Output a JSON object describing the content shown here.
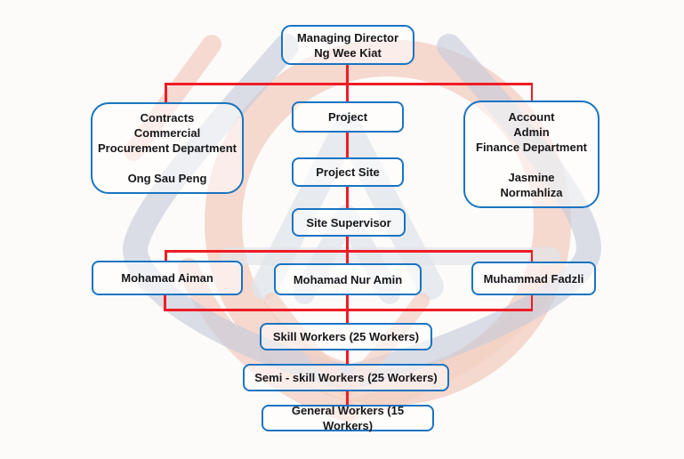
{
  "diagram": {
    "type": "org-chart",
    "nodes": {
      "managing_director": "Managing Director\nNg Wee Kiat",
      "contracts": "Contracts\nCommercial\nProcurement Department\n\nOng Sau Peng",
      "project": "Project",
      "account": "Account\nAdmin\nFinance Department\n\nJasmine\nNormahliza",
      "project_site": "Project Site",
      "site_supervisor": "Site Supervisor",
      "supervisor_aiman": "Mohamad Aiman",
      "supervisor_nur_amin": "Mohamad Nur Amin",
      "supervisor_fadzli": "Muhammad Fadzli",
      "skill_workers": "Skill Workers (25 Workers)",
      "semi_skill_workers": "Semi - skill Workers (25 Workers)",
      "general_workers": "General Workers (15 Workers)"
    },
    "edges": [
      [
        "managing_director",
        "contracts"
      ],
      [
        "managing_director",
        "project"
      ],
      [
        "managing_director",
        "account"
      ],
      [
        "project",
        "project_site"
      ],
      [
        "project_site",
        "site_supervisor"
      ],
      [
        "site_supervisor",
        "supervisor_aiman"
      ],
      [
        "site_supervisor",
        "supervisor_nur_amin"
      ],
      [
        "site_supervisor",
        "supervisor_fadzli"
      ],
      [
        "supervisor_aiman",
        "skill_workers"
      ],
      [
        "supervisor_nur_amin",
        "skill_workers"
      ],
      [
        "supervisor_fadzli",
        "skill_workers"
      ],
      [
        "skill_workers",
        "semi_skill_workers"
      ],
      [
        "semi_skill_workers",
        "general_workers"
      ]
    ],
    "colors": {
      "box_border": "#1974c2",
      "connector": "#ee1c25",
      "text": "#17171a",
      "watermark_salmon": "#ecab97",
      "watermark_blue": "#9ba6c2",
      "watermark_gray": "#ccd3e0"
    }
  }
}
